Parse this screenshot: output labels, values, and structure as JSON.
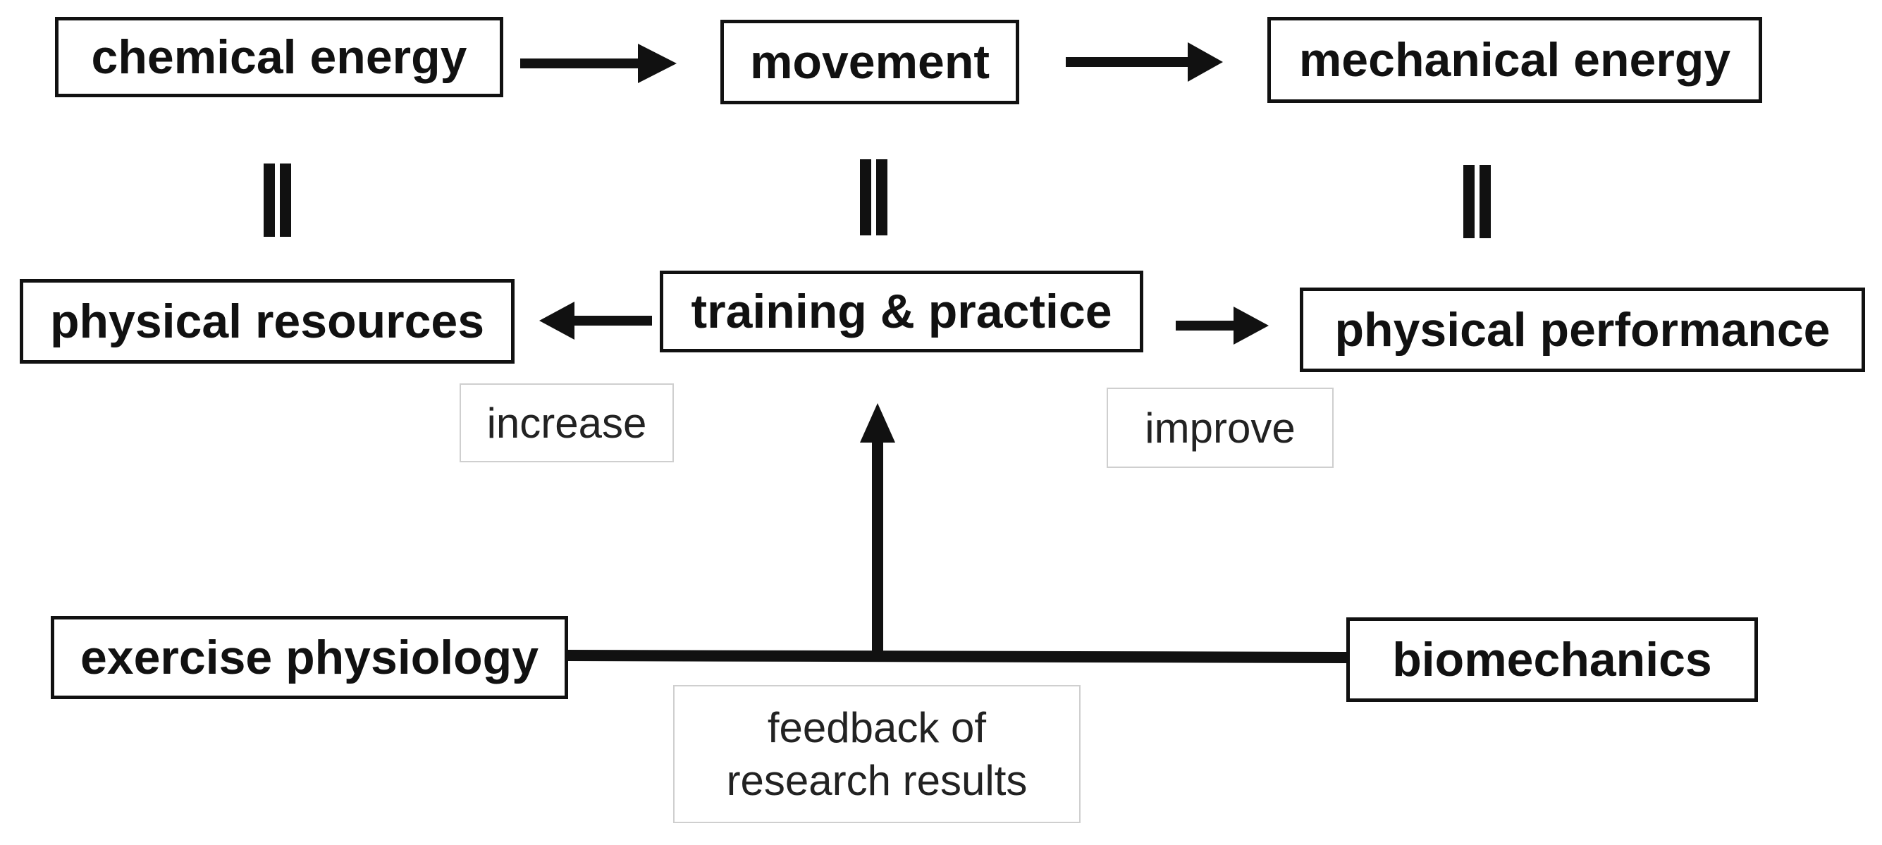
{
  "nodes": {
    "chemical_energy": "chemical energy",
    "movement": "movement",
    "mechanical_energy": "mechanical energy",
    "physical_resources": "physical resources",
    "training_practice": "training & practice",
    "physical_performance": "physical performance",
    "exercise_physiology": "exercise physiology",
    "biomechanics": "biomechanics"
  },
  "edge_labels": {
    "increase": "increase",
    "improve": "improve",
    "feedback_line1": "feedback of",
    "feedback_line2": "research results"
  },
  "colors": {
    "stroke": "#111111",
    "label_border": "#cfcfcf"
  }
}
